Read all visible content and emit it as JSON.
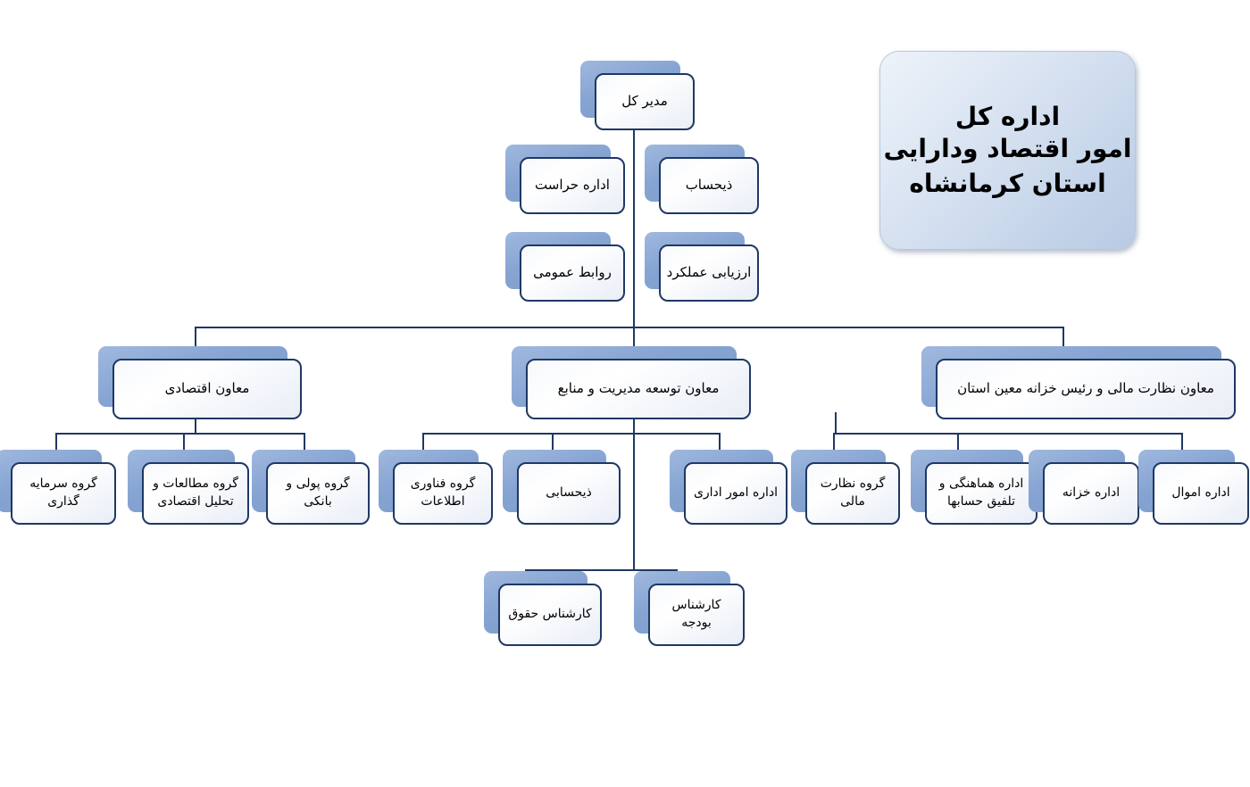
{
  "title_box": {
    "lines": [
      "اداره کل",
      "امور اقتصاد ودارایی",
      "استان کرمانشاه"
    ]
  },
  "colors": {
    "box_border": "#1f3864",
    "box_shadow": "#8fa9d3",
    "connector": "#1f3864",
    "title_bg": "#cfdcee",
    "page_bg": "#ffffff"
  },
  "chart_data": {
    "type": "diagram",
    "title": "اداره کل امور اقتصاد ودارایی استان کرمانشاه",
    "orientation": "rtl",
    "nodes": [
      {
        "id": "director",
        "label": "مدیر کل",
        "level": 0
      },
      {
        "id": "security",
        "label": "اداره حراست",
        "level": 1
      },
      {
        "id": "treasurer",
        "label": "ذیحساب",
        "level": 1
      },
      {
        "id": "public_rel",
        "label": "روابط عمومی",
        "level": 1
      },
      {
        "id": "performance",
        "label": "ارزیابی عملکرد",
        "level": 1
      },
      {
        "id": "dep_economic",
        "label": "معاون اقتصادی",
        "level": 2
      },
      {
        "id": "dep_mgmt",
        "label": "معاون توسعه مدیریت و منابع",
        "level": 2
      },
      {
        "id": "dep_finance",
        "label": "معاون نظارت مالی و رئیس خزانه معین استان",
        "level": 2
      },
      {
        "id": "g_investment",
        "label": "گروه سرمایه گذاری",
        "level": 3,
        "parent": "dep_economic"
      },
      {
        "id": "g_studies",
        "label": "گروه مطالعات و تحلیل اقتصادی",
        "level": 3,
        "parent": "dep_economic"
      },
      {
        "id": "g_monetary",
        "label": "گروه پولی و بانکی",
        "level": 3,
        "parent": "dep_economic"
      },
      {
        "id": "g_it",
        "label": "گروه فناوری اطلاعات",
        "level": 3,
        "parent": "dep_mgmt"
      },
      {
        "id": "g_accounting",
        "label": "ذیحسابی",
        "level": 3,
        "parent": "dep_mgmt"
      },
      {
        "id": "g_admin",
        "label": "اداره امور اداری",
        "level": 3,
        "parent": "dep_mgmt"
      },
      {
        "id": "g_fin_super",
        "label": "گروه نظارت مالی",
        "level": 3,
        "parent": "dep_finance"
      },
      {
        "id": "g_coord",
        "label": "اداره هماهنگی و تلفیق حسابها",
        "level": 3,
        "parent": "dep_finance"
      },
      {
        "id": "g_treasury",
        "label": "اداره خزانه",
        "level": 3,
        "parent": "dep_finance"
      },
      {
        "id": "g_property",
        "label": "اداره اموال",
        "level": 3,
        "parent": "dep_finance"
      },
      {
        "id": "e_legal",
        "label": "کارشناس حقوق",
        "level": 4,
        "parent": "dep_mgmt"
      },
      {
        "id": "e_budget",
        "label": "کارشناس بودجه",
        "level": 4,
        "parent": "dep_mgmt"
      }
    ]
  },
  "nodes": {
    "director": "مدیر کل",
    "security": "اداره حراست",
    "treasurer": "ذیحساب",
    "public_rel": "روابط عمومی",
    "performance": "ارزیابی عملکرد",
    "dep_economic": "معاون اقتصادی",
    "dep_mgmt": "معاون توسعه مدیریت و منابع",
    "dep_finance": "معاون نظارت مالی و رئیس خزانه معین استان",
    "g_investment": "گروه سرمایه گذاری",
    "g_studies": "گروه مطالعات و تحلیل اقتصادی",
    "g_monetary": "گروه پولی و بانکی",
    "g_it": "گروه فناوری اطلاعات",
    "g_accounting": "ذیحسابی",
    "g_admin": "اداره امور اداری",
    "g_fin_super": "گروه نظارت مالی",
    "g_coord": "اداره هماهنگی و تلفیق حسابها",
    "g_treasury": "اداره خزانه",
    "g_property": "اداره اموال",
    "e_legal": "کارشناس حقوق",
    "e_budget": "کارشناس بودجه"
  }
}
